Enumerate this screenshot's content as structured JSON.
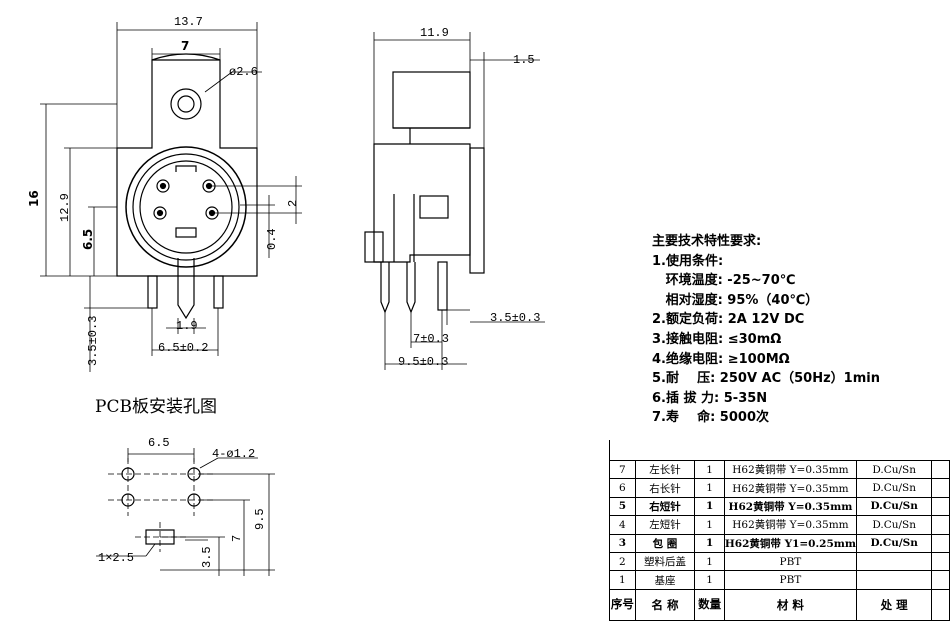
{
  "drawing": {
    "front_view": {
      "width_total": "13.7",
      "width_top": "7",
      "hole_diameter": "ø2.6",
      "height_total": "16",
      "height_mid": "12.9",
      "height_low": "6.5",
      "pin_pitch_small": "2",
      "pin_offset": "0.4",
      "pin_width": "1.9",
      "pin_span": "6.5±0.2",
      "pin_length": "3.5±0.3"
    },
    "side_view": {
      "depth": "11.9",
      "flange": "1.5",
      "pin_offset": "3.5±0.3",
      "pin_pitch": "7±0.3",
      "pin_span": "9.5±0.3"
    },
    "pcb_layout": {
      "title": "PCB板安装孔图",
      "hole_pitch": "6.5",
      "hole_spec": "4-ø1.2",
      "height_total": "9.5",
      "height_mid": "7",
      "height_low": "3.5",
      "slot": "1×2.5"
    }
  },
  "specs": {
    "title": "主要技术特性要求:",
    "lines": [
      "1.使用条件:",
      "   环境温度: -25~70℃",
      "   相对湿度: 95%（40℃）",
      "2.额定负荷: 2A 12V DC",
      "3.接触电阻: ≤30mΩ",
      "4.绝缘电阻: ≥100MΩ",
      "5.耐    压: 250V AC（50Hz）1min",
      "6.插 拔 力: 5-35N",
      "7.寿    命: 5000次"
    ]
  },
  "bom": {
    "header": {
      "no": "序号",
      "name": "名 称",
      "qty": "数量",
      "material": "材 料",
      "treatment": "处 理"
    },
    "rows": [
      {
        "no": "7",
        "name": "左长针",
        "qty": "1",
        "material": "H62黄铜带 Y=0.35mm",
        "treatment": "D.Cu/Sn"
      },
      {
        "no": "6",
        "name": "右长针",
        "qty": "1",
        "material": "H62黄铜带 Y=0.35mm",
        "treatment": "D.Cu/Sn"
      },
      {
        "no": "5",
        "name": "右短针",
        "qty": "1",
        "material": "H62黄铜带 Y=0.35mm",
        "treatment": "D.Cu/Sn"
      },
      {
        "no": "4",
        "name": "左短针",
        "qty": "1",
        "material": "H62黄铜带 Y=0.35mm",
        "treatment": "D.Cu/Sn"
      },
      {
        "no": "3",
        "name": "包 圈",
        "qty": "1",
        "material": "H62黄铜带 Y1=0.25mm",
        "treatment": "D.Cu/Sn"
      },
      {
        "no": "2",
        "name": "塑料后盖",
        "qty": "1",
        "material": "PBT",
        "treatment": ""
      },
      {
        "no": "1",
        "name": "基座",
        "qty": "1",
        "material": "PBT",
        "treatment": ""
      }
    ]
  }
}
